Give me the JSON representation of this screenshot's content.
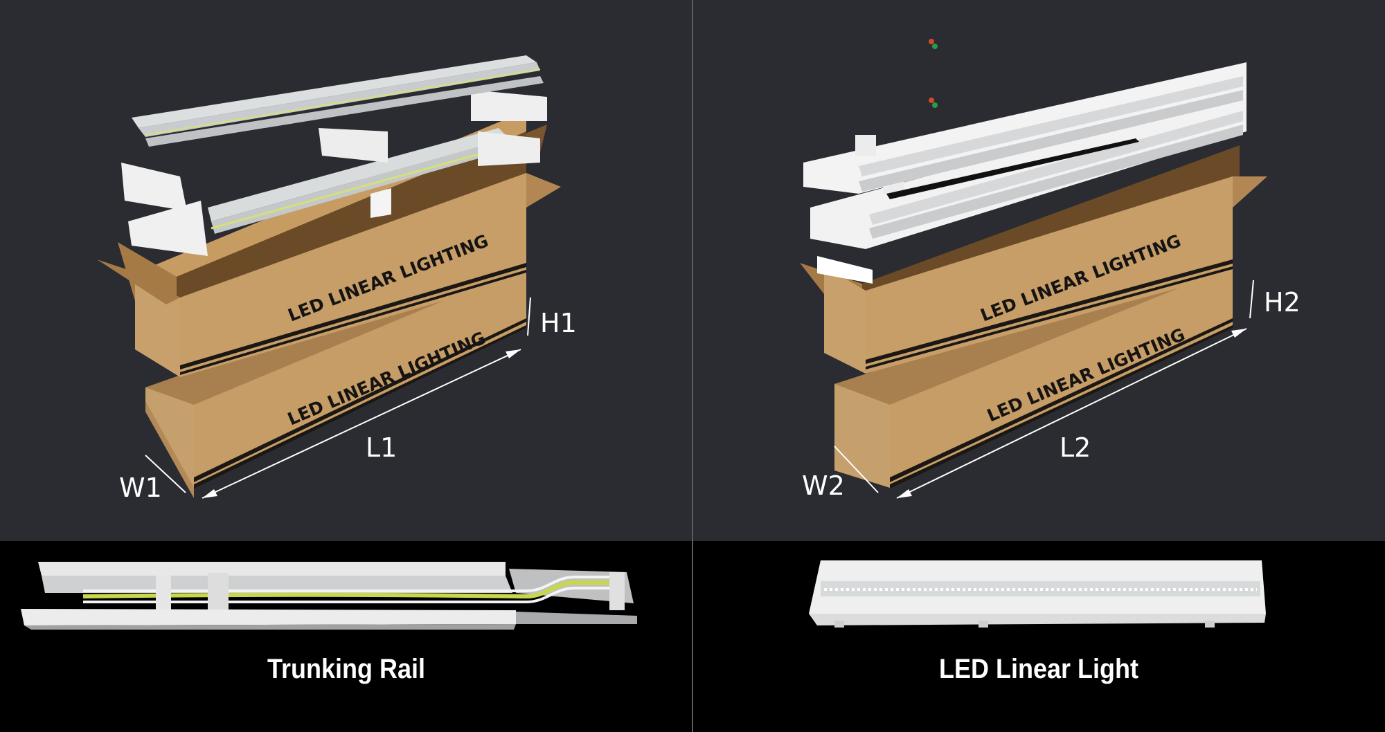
{
  "panels": [
    {
      "id": "trunking-rail",
      "caption": "Trunking Rail",
      "box_print": [
        "LED LINEAR LIGHTING",
        "LED LINEAR LIGHTING"
      ],
      "dimensions": {
        "length": "L1",
        "width": "W1",
        "height": "H1"
      },
      "product": "trunking-rail-render"
    },
    {
      "id": "led-linear-light",
      "caption": "LED Linear Light",
      "box_print": [
        "LED LINEAR LIGHTING",
        "LED LINEAR LIGHTING"
      ],
      "dimensions": {
        "length": "L2",
        "width": "W2",
        "height": "H2"
      },
      "product": "led-linear-light-render"
    }
  ],
  "colors": {
    "top_background": "#2a2c31",
    "bottom_background": "#000000",
    "cardboard": "#c9a06a",
    "cardboard_dark": "#8a6538",
    "foam": "#f2f2f2",
    "wire_yellow": "#c9d84a"
  }
}
